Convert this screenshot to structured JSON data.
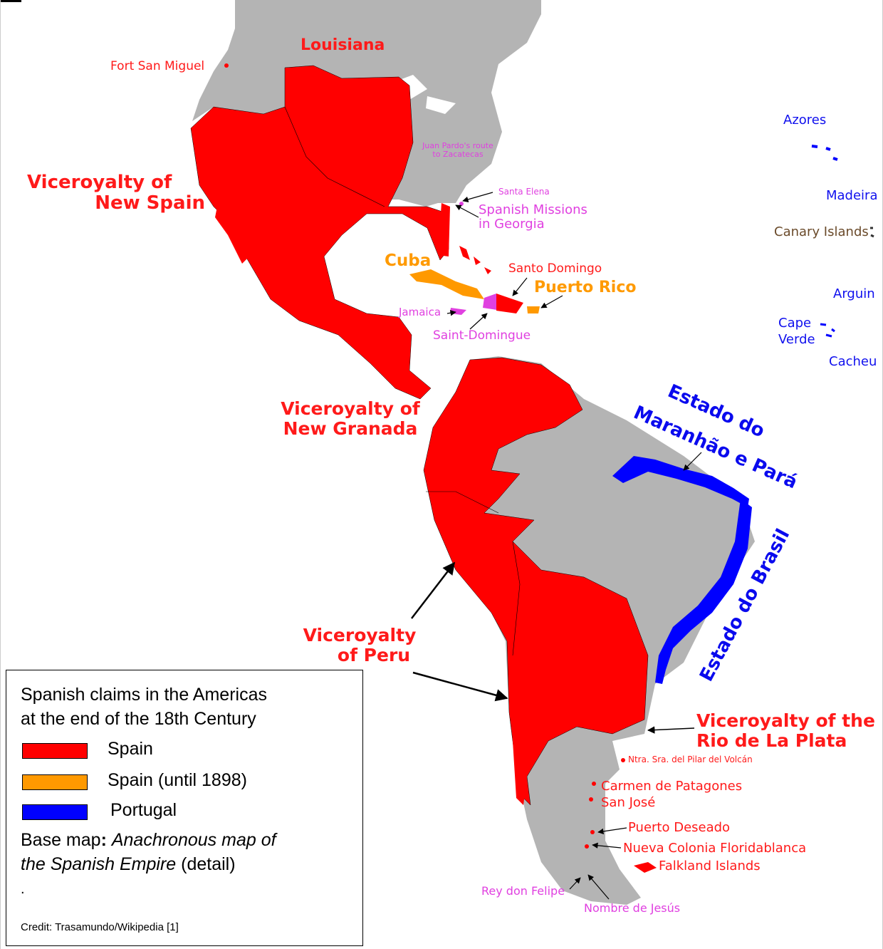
{
  "colors": {
    "spain": "#ff0000",
    "spain_until_1898": "#ff9900",
    "portugal": "#0000ff",
    "land": "#b4b4b4",
    "missions": "#e040e0"
  },
  "labels": {
    "louisiana": "Louisiana",
    "fort_san_miguel": "Fort San Miguel",
    "new_spain_1": "Viceroyalty of",
    "new_spain_2": "New Spain",
    "juan_pardo_1": "Juan Pardo's route",
    "juan_pardo_2": "to Zacatecas",
    "santa_elena": "Santa Elena",
    "missions_georgia_1": "Spanish Missions",
    "missions_georgia_2": "in Georgia",
    "cuba": "Cuba",
    "santo_domingo": "Santo Domingo",
    "puerto_rico": "Puerto Rico",
    "jamaica": "Jamaica",
    "saint_domingue": "Saint-Domingue",
    "azores": "Azores",
    "madeira": "Madeira",
    "canary_islands": "Canary Islands",
    "arguin": "Arguin",
    "cape_verde_1": "Cape",
    "cape_verde_2": "Verde",
    "cacheu": "Cacheu",
    "new_granada_1": "Viceroyalty of",
    "new_granada_2": "New Granada",
    "maranhao_1": "Estado do",
    "maranhao_2": "Maranhão e Pará",
    "brasil": "Estado do Brasil",
    "peru_1": "Viceroyalty",
    "peru_2": "of Peru",
    "plata_1": "Viceroyalty of the",
    "plata_2": "Rio de La Plata",
    "pilar": "Ntra. Sra. del Pilar del Volcán",
    "carmen": "Carmen de Patagones",
    "san_jose": "San José",
    "deseado": "Puerto Deseado",
    "floridablanca": "Nueva Colonia Floridablanca",
    "falkland": "Falkland Islands",
    "rey_don_felipe": "Rey don Felipe",
    "nombre_de_jesus": "Nombre de Jesús"
  },
  "legend": {
    "title_1": "Spanish claims in the Americas",
    "title_2": "at the end of the 18th Century",
    "items": [
      {
        "label": "Spain",
        "color": "#ff0000"
      },
      {
        "label": "Spain (until 1898)",
        "color": "#ff9900"
      },
      {
        "label": "Portugal",
        "color": "#0000ff"
      }
    ],
    "base_prefix": "Base map",
    "base_colon": ":",
    "base_title_1": "Anachronous map of",
    "base_title_2": "the Spanish Empire",
    "base_suffix": "(detail)",
    "dot": ".",
    "credit": "Credit: Trasamundo/Wikipedia [1]"
  }
}
